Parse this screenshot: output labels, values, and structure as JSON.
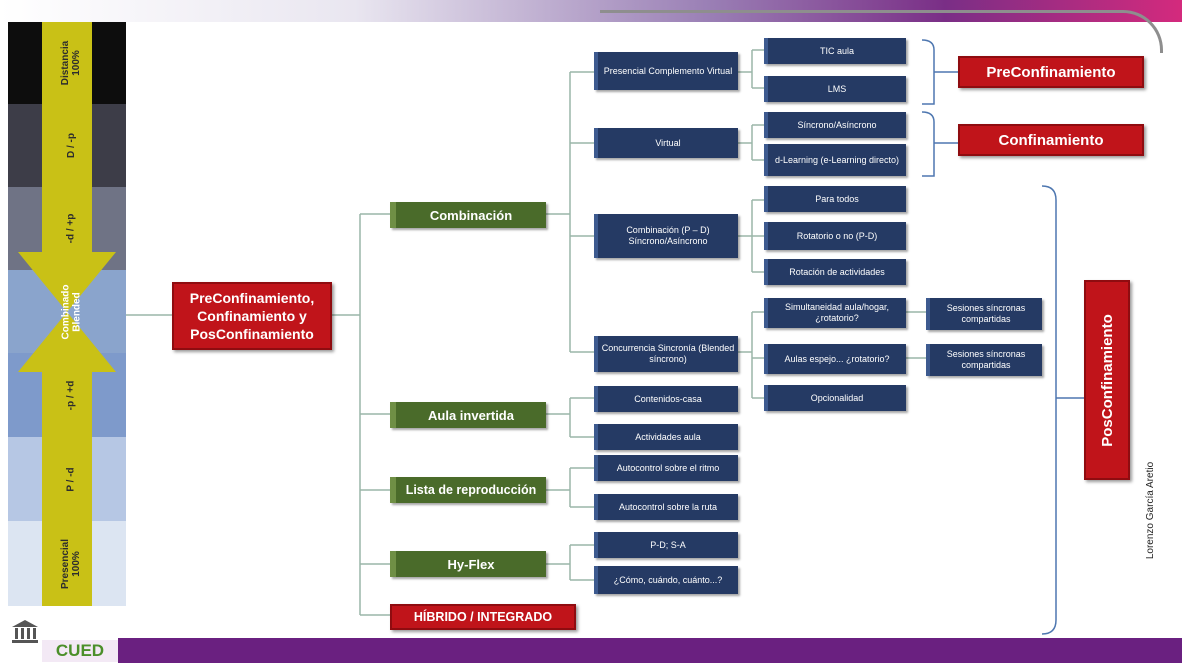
{
  "strip": {
    "bands": [
      {
        "label": "Distancia\n100%",
        "color": "#0d0d0d"
      },
      {
        "label": "D / -p",
        "color": "#3d3d48"
      },
      {
        "label": "-d / +p",
        "color": "#6f7385"
      },
      {
        "label": "Combinado\nBlended",
        "color": "#8aa4cc"
      },
      {
        "label": "-p / +d",
        "color": "#7e9acb"
      },
      {
        "label": "P / -d",
        "color": "#b6c7e4"
      },
      {
        "label": "Presencial\n100%",
        "color": "#dce5f2"
      }
    ],
    "arrow_color": "#c9c116"
  },
  "root": "PreConfinamiento, Confinamiento y PosConfinamiento",
  "level1": [
    "Combinación",
    "Aula invertida",
    "Lista de reproducción",
    "Hy-Flex",
    "HÍBRIDO / INTEGRADO"
  ],
  "level2": {
    "combinacion": [
      "Presencial Complemento Virtual",
      "Virtual",
      "Combinación (P – D) Síncrono/Asíncrono",
      "Concurrencia Sincronía (Blended síncrono)"
    ],
    "aula_invertida": [
      "Contenidos-casa",
      "Actividades aula"
    ],
    "lista": [
      "Autocontrol sobre el ritmo",
      "Autocontrol sobre la ruta"
    ],
    "hyflex": [
      "P-D; S-A",
      "¿Cómo, cuándo, cuánto...?"
    ]
  },
  "level3": {
    "presencial": [
      "TIC aula",
      "LMS"
    ],
    "virtual": [
      "Síncrono/Asíncrono",
      "d-Learning (e-Learning directo)"
    ],
    "combinacion": [
      "Para todos",
      "Rotatorio o no (P-D)",
      "Rotación de actividades"
    ],
    "concurrencia": [
      "Simultaneidad aula/hogar, ¿rotatorio?",
      "Aulas espejo... ¿rotatorio?",
      "Opcionalidad"
    ]
  },
  "level4": [
    "Sesiones síncronas compartidas",
    "Sesiones síncronas compartidas"
  ],
  "phases": {
    "pre": "PreConfinamiento",
    "conf": "Confinamiento",
    "pos": "PosConfinamiento"
  },
  "author": "Lorenzo García Aretio",
  "logos": {
    "cued": "CUED"
  }
}
